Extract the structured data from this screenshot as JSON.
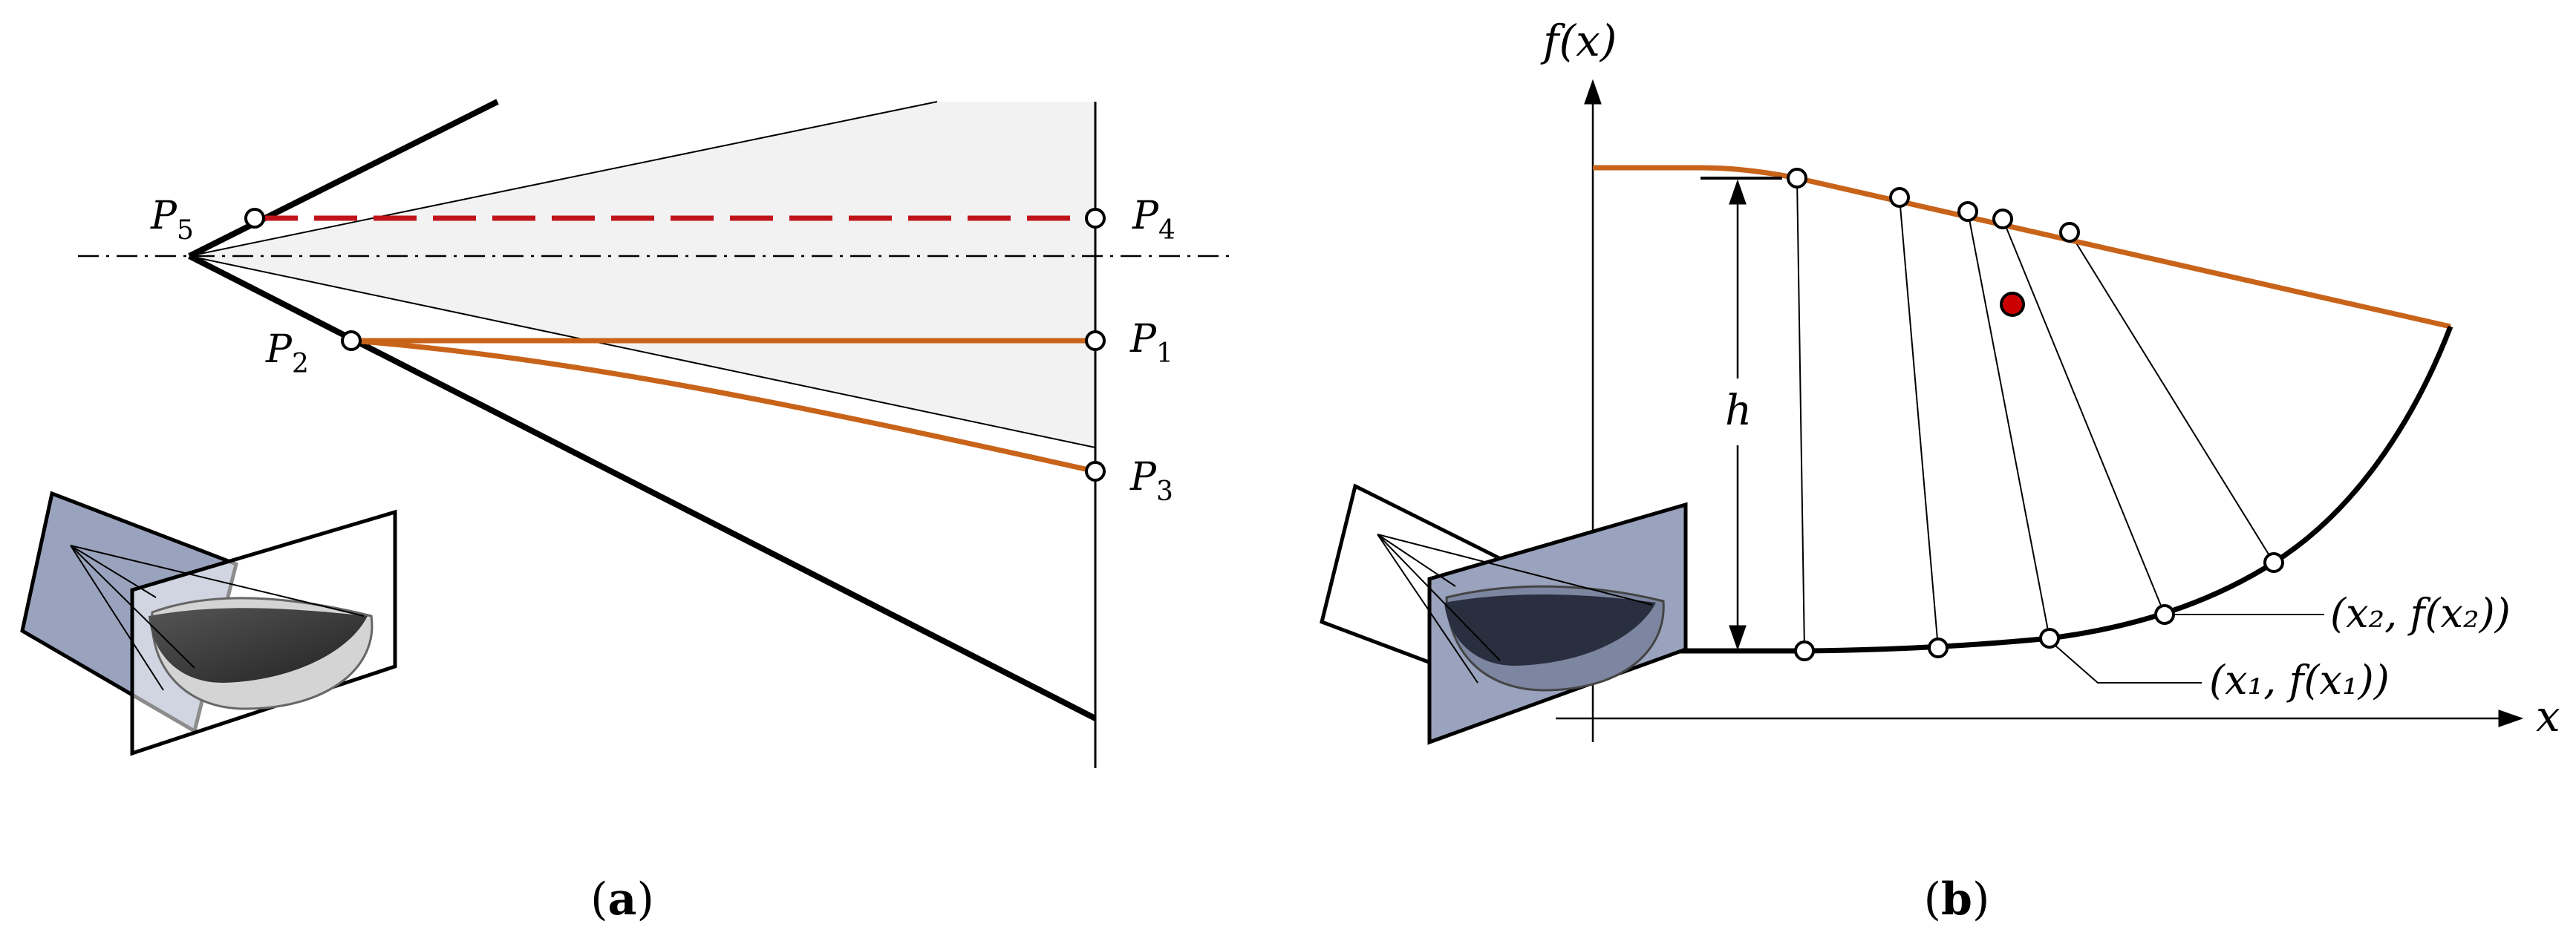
{
  "panel_a": {
    "points": {
      "p5": {
        "name": "P",
        "sub": "5"
      },
      "p4": {
        "name": "P",
        "sub": "4"
      },
      "p2": {
        "name": "P",
        "sub": "2"
      },
      "p1": {
        "name": "P",
        "sub": "1"
      },
      "p3": {
        "name": "P",
        "sub": "3"
      }
    },
    "caption": {
      "open": "(",
      "letter": "a",
      "close": ")"
    }
  },
  "panel_b": {
    "axis_y_label": "f(x)",
    "axis_x_label": "x",
    "height_label": "h",
    "point1_label": "(x₁, f(x₁))",
    "point2_label": "(x₂, f(x₂))",
    "caption": {
      "open": "(",
      "letter": "b",
      "close": ")"
    }
  },
  "colors": {
    "orange": "#c8631a",
    "red_dashed": "#c0141a",
    "red_marker": "#cc0000",
    "cone_fill": "#f2f2f2",
    "icon_plane": "#9aa3bd",
    "black": "#000000"
  }
}
